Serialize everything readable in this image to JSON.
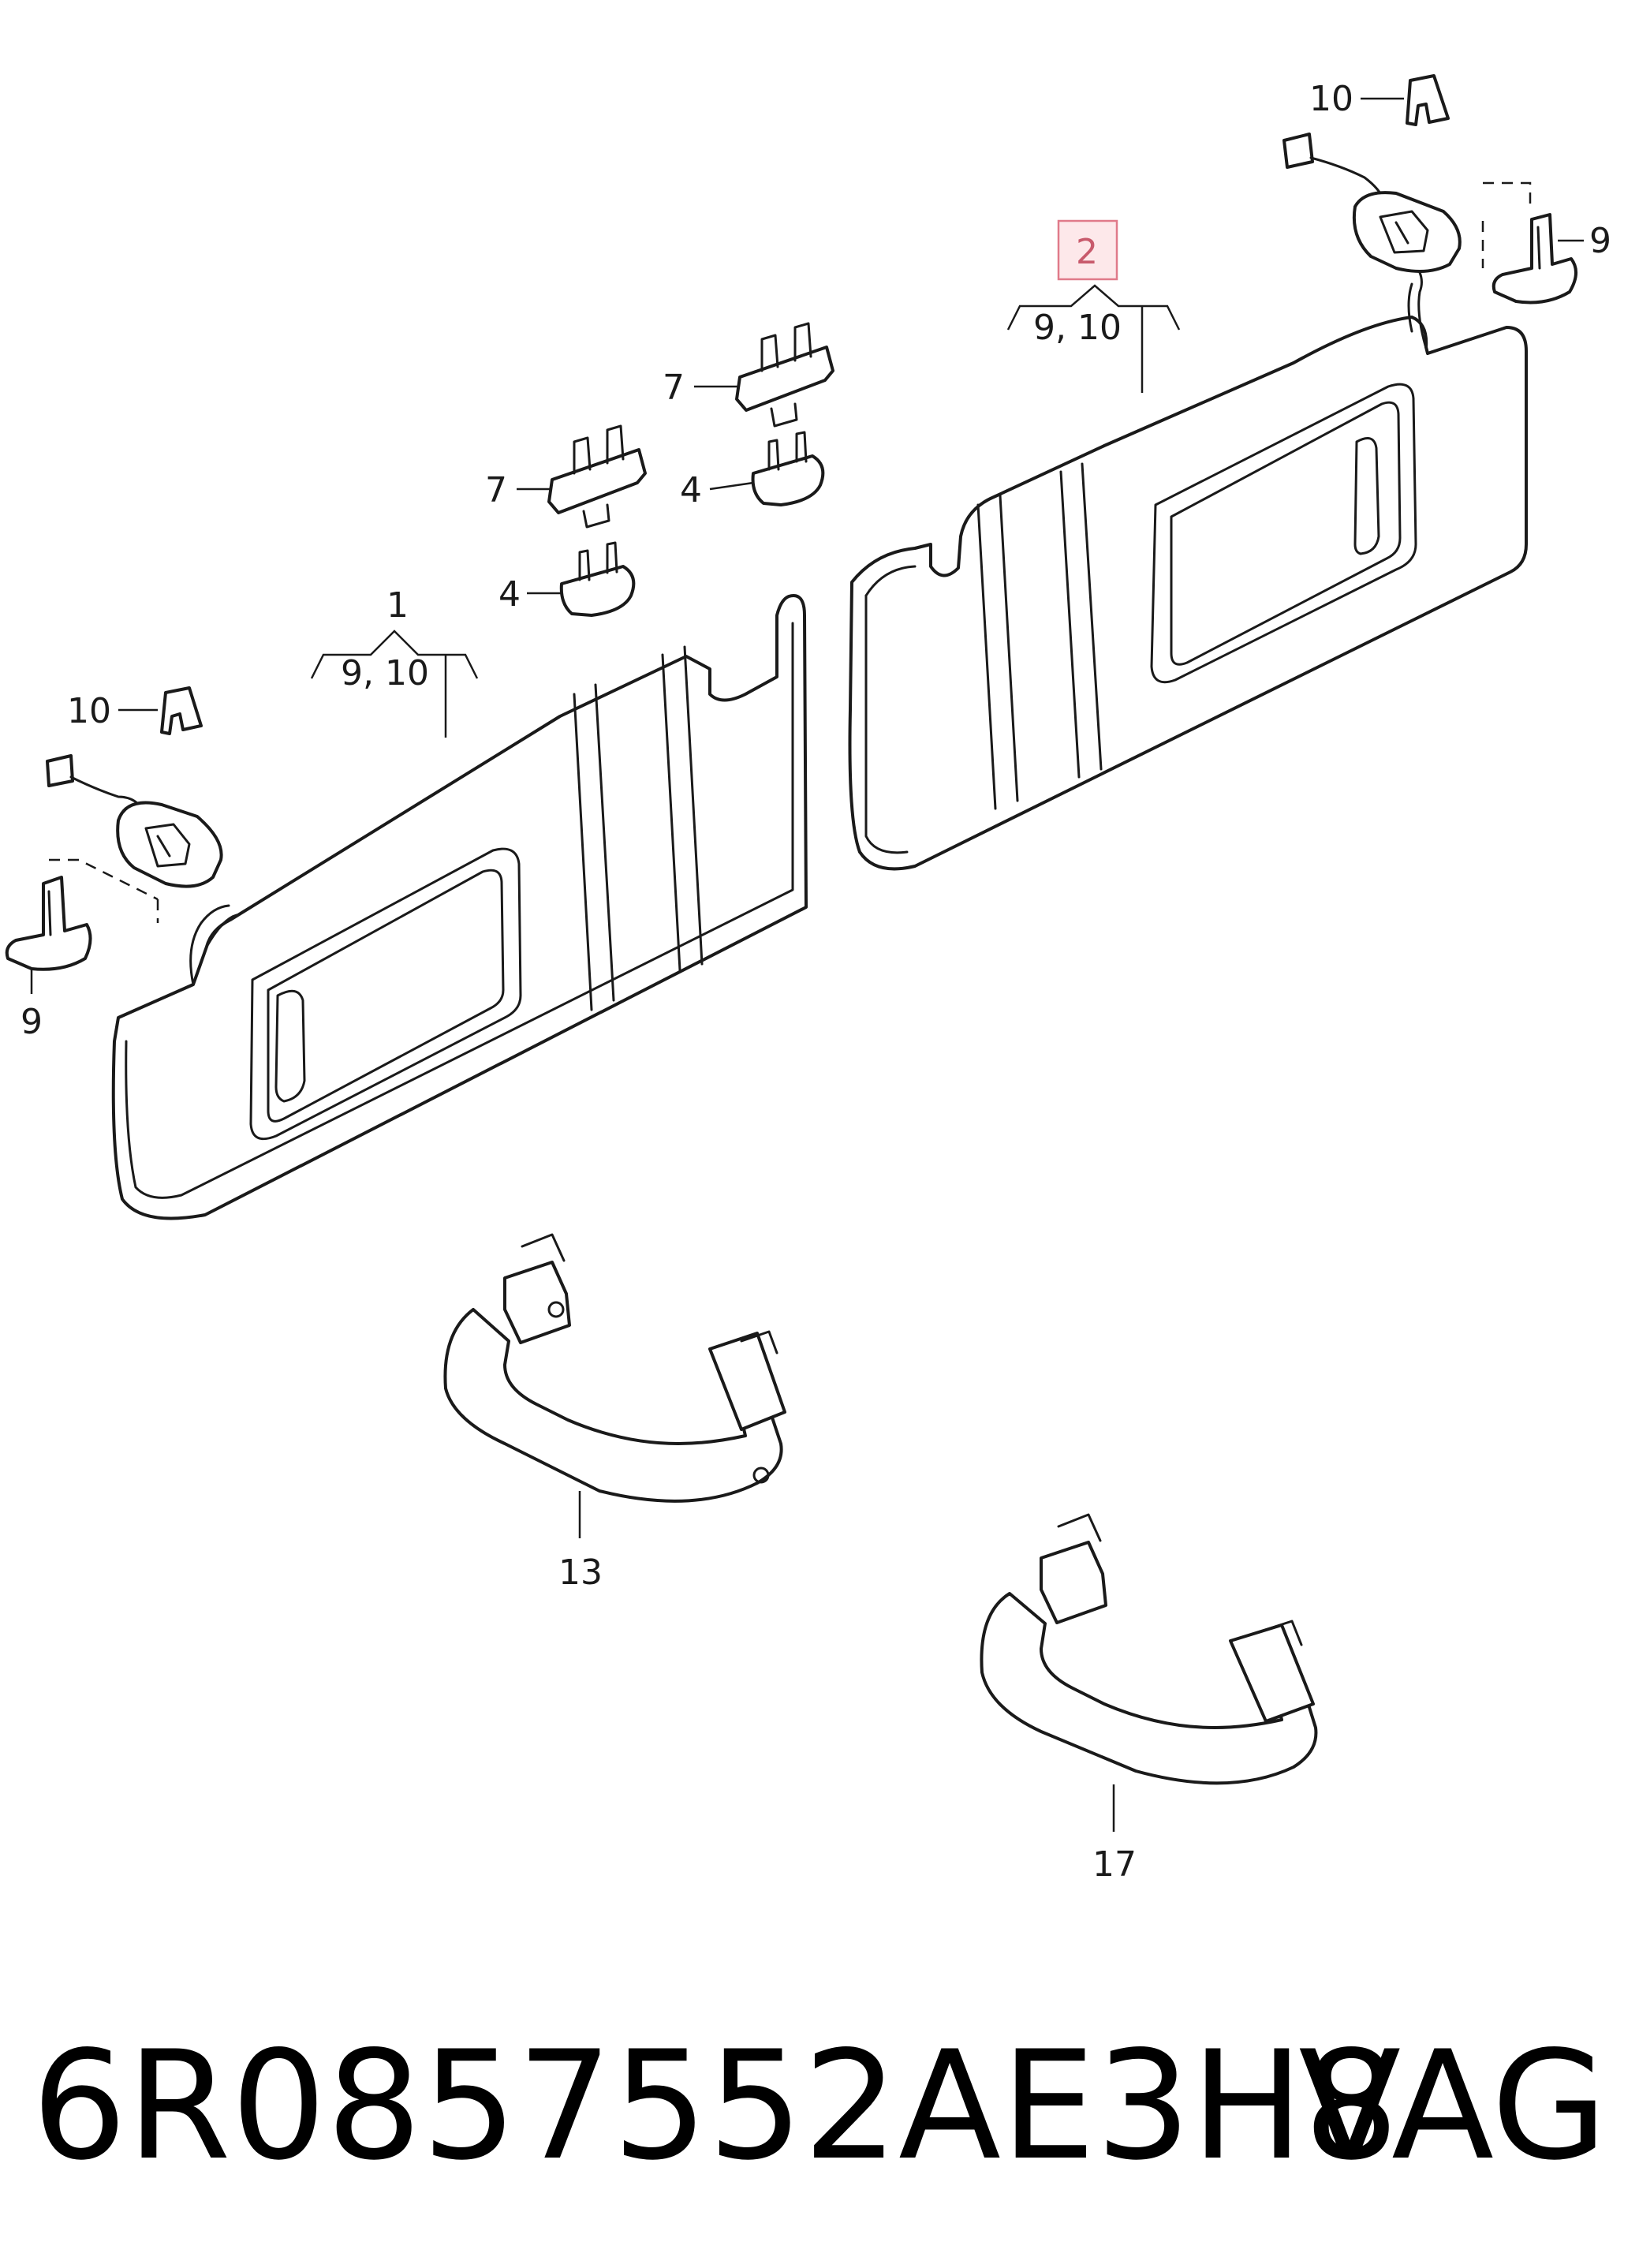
{
  "callouts": {
    "c1": "1",
    "c1_sub": "9, 10",
    "c2": "2",
    "c2_sub": "9, 10",
    "c4_left": "4",
    "c4_right": "4",
    "c7_left": "7",
    "c7_right": "7",
    "c9_left": "9",
    "c9_right": "9",
    "c10_left": "10",
    "c10_right": "10",
    "c13": "13",
    "c17": "17"
  },
  "footer": {
    "part_number": "6R0857552AE3H8",
    "brand": "VAG"
  },
  "colors": {
    "line": "#1a1a1a",
    "highlight_fill": "#fde8ea",
    "highlight_stroke": "#e07a8a"
  }
}
